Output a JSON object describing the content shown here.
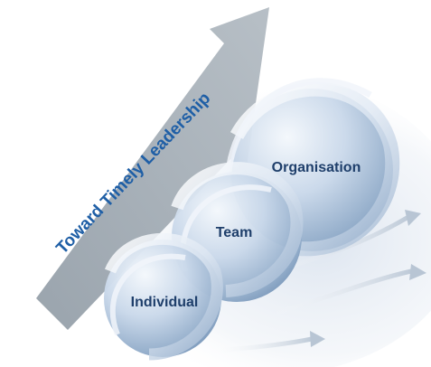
{
  "arrow": {
    "label": "Toward Timely Leadership"
  },
  "levels": {
    "individual": "Individual",
    "team": "Team",
    "organisation": "Organisation"
  },
  "colors": {
    "arrow_fill": "#a7b0b8",
    "arrow_text": "#1f5fa6",
    "sphere_light": "#e9f0f8",
    "sphere_mid": "#b9cde3",
    "sphere_dark": "#7f9dbf",
    "label": "#1f3f6b",
    "background_glow": "#d9e2ee"
  },
  "icons": [
    "growth-arrow",
    "spiral-sphere",
    "trailing-arrow"
  ]
}
